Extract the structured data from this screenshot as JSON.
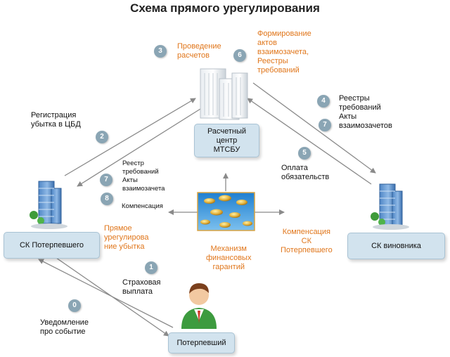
{
  "title": "Схема прямого урегулирования",
  "nodes": {
    "center": "Расчетный\nцентр\nМТСБУ",
    "victim_company": "СК Потерпевшего",
    "culprit_company": "СК виновника",
    "victim": "Потерпевший"
  },
  "labels": {
    "registration": "Регистрация\nубытка в ЦБД",
    "settlements": "Проведение\nрасчетов",
    "forming_acts": "Формирование\nактов\nвзаимозачета,\nРеестры\nтребований",
    "registers_acts": "Реестры\nтребований\nАкты\nвзаимозачетов",
    "payment": "Оплата\nобязательств",
    "registry_acts_small": "Реестр\nтребований\nАкты\nвзаимозачета",
    "compensation_small": "Компенсация",
    "direct_settlement": "Прямое\nурегулирова\nние убытка",
    "guarantee_mechanism": "Механизм\nфинансовых\nгарантий",
    "compensation_sk": "Компенсация\nСК\nПотерпевшего",
    "insurance_payment": "Страховая\nвыплата",
    "notification": "Уведомление\nпро событие"
  },
  "steps": {
    "s0": "0",
    "s1": "1",
    "s2": "2",
    "s3": "3",
    "s4": "4",
    "s5": "5",
    "s6": "6",
    "s7a": "7",
    "s7b": "7",
    "s8": "8"
  },
  "colors": {
    "box_fill": "#d2e3ee",
    "accent_orange": "#e0761b",
    "badge": "#8aa5b4",
    "arrow": "#8a8a8a"
  },
  "icons": [
    "office-building-icon",
    "person-icon",
    "coins-image"
  ]
}
